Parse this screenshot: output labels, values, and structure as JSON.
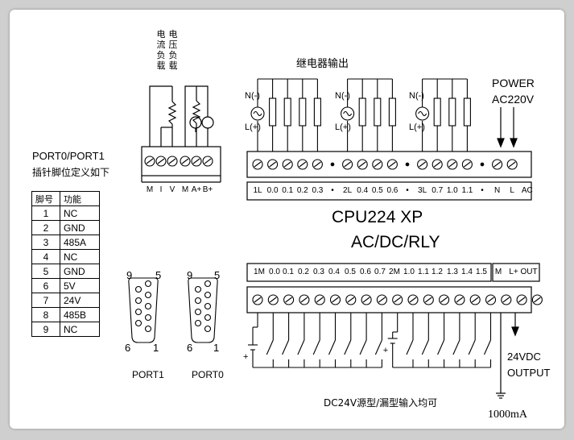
{
  "diagram": {
    "current_load": "电流负载",
    "voltage_load": "电压负载",
    "relay_output": "继电器输出",
    "power_label": "POWER",
    "power_spec": "AC220V",
    "n_label": "N(-)",
    "l_label": "L(+)",
    "model": "CPU224 XP",
    "type": "AC/DC/RLY",
    "port_title": "PORT0/PORT1",
    "port_subtitle": "插针脚位定义如下",
    "table_headers": [
      "脚号",
      "功能"
    ],
    "pins": [
      {
        "pin": "1",
        "func": "NC"
      },
      {
        "pin": "2",
        "func": "GND"
      },
      {
        "pin": "3",
        "func": "485A"
      },
      {
        "pin": "4",
        "func": "NC"
      },
      {
        "pin": "5",
        "func": "GND"
      },
      {
        "pin": "6",
        "func": "5V"
      },
      {
        "pin": "7",
        "func": "24V"
      },
      {
        "pin": "8",
        "func": "485B"
      },
      {
        "pin": "9",
        "func": "NC"
      }
    ],
    "analog_terminals": [
      "M",
      "I",
      "V",
      "M",
      "A+",
      "B+"
    ],
    "output_terminals": [
      "1L",
      "0.0",
      "0.1",
      "0.2",
      "0.3",
      "•",
      "2L",
      "0.4",
      "0.5",
      "0.6",
      "•",
      "3L",
      "0.7",
      "1.0",
      "1.1",
      "•",
      "N",
      "L",
      "AC"
    ],
    "input_terminals": [
      "1M",
      "0.0",
      "0.1",
      "0.2",
      "0.3",
      "0.4",
      "0.5",
      "0.6",
      "0.7",
      "2M",
      "1.0",
      "1.1",
      "1.2",
      "1.3",
      "1.4",
      "1.5",
      "M",
      "L+ OUT"
    ],
    "port1": "PORT1",
    "port0": "PORT0",
    "db9_num_9": "9",
    "db9_num_5": "5",
    "db9_num_6": "6",
    "db9_num_1": "1",
    "dc_output_1": "24VDC",
    "dc_output_2": "OUTPUT",
    "input_note": "DC24V源型/漏型输入均可",
    "current_rating": "1000mA"
  }
}
